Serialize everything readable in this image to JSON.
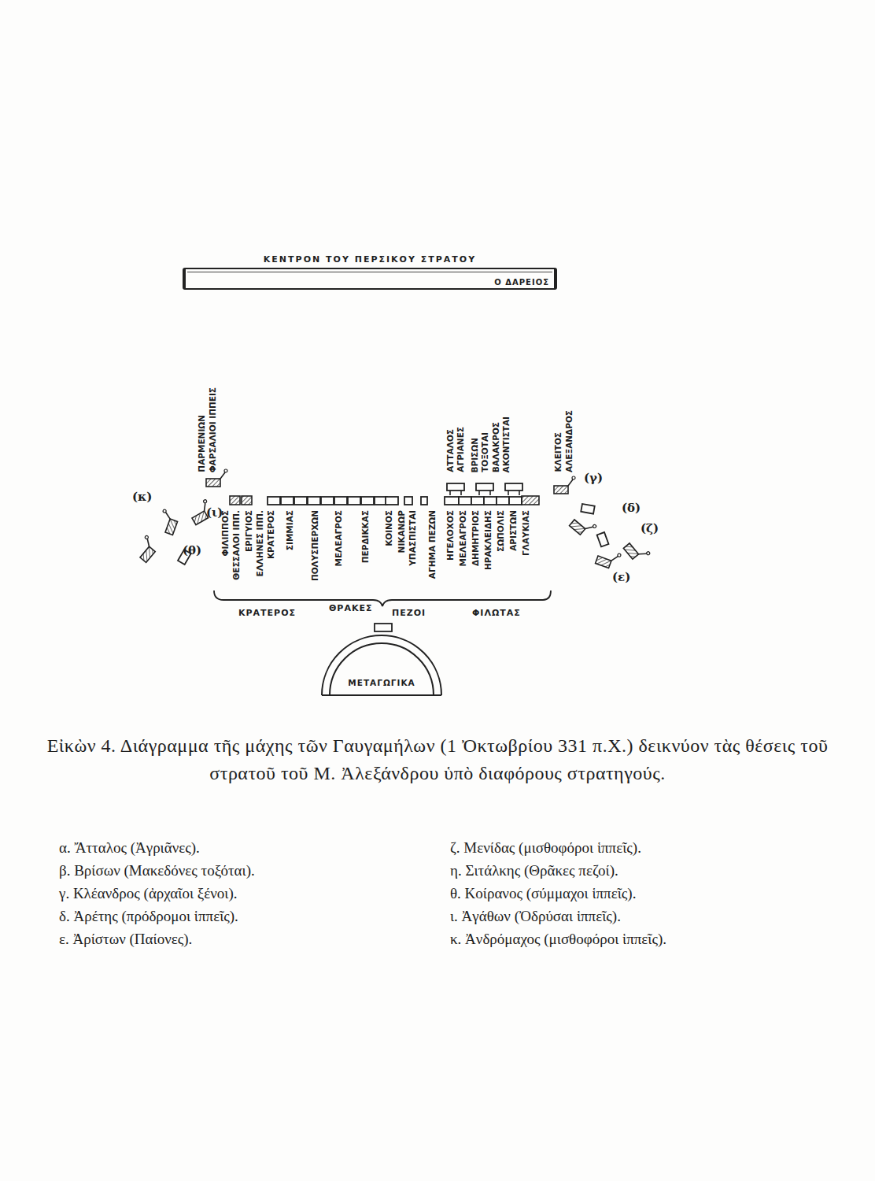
{
  "diagram": {
    "caption": "Εἰκὼν 4. Διάγραμμα τῆς μάχης τῶν Γαυγαμήλων (1 Ὀκτωβρίου 331 π.Χ.) δεικνύον τὰς θέσεις τοῦ στρατοῦ τοῦ Μ. Ἀλεξάνδρου ὑπὸ διαφόρους στρατηγούς.",
    "nodes": [
      {
        "text": [
          "ΚΕΝΤΡΟΝ ΤΟΥ ΠΕΡΣΙΚΟΥ ΣΤΡΑΤΟΥ",
          "Ο ΔΑΡΕΙΟΣ"
        ]
      },
      {
        "text": [
          "ΜΕΤΑΓΩΓΙΚΑ"
        ]
      }
    ],
    "labels": [
      "ΠΑΡΜΕΝΙΩΝ",
      "ΦΑΡΣΑΛΙΟΙ ΙΠΠΕΙΣ",
      "ΑΤΤΑΛΟΣ",
      "ΑΓΡΙΑΝΕΣ",
      "ΒΡΙΣΩΝ",
      "ΤΟΞΟΤΑΙ",
      "ΒΑΛΑΚΡΟΣ",
      "ΑΚΟΝΤΙΣΤΑΙ",
      "ΚΛΕΙΤΟΣ",
      "ΑΛΕΞΑΝΔΡΟΣ",
      "ΦΙΛΙΠΠΟΣ",
      "ΘΕΣΣΑΛΟΙ ΙΠΠ.",
      "ΕΡΙΓΥΙΟΣ",
      "ΕΛΛΗΝΕΣ ΙΠΠ.",
      "ΚΡΑΤΕΡΟΣ",
      "ΣΙΜΜΙΑΣ",
      "ΠΟΛΥΣΠΕΡΧΩΝ",
      "ΜΕΛΕΑΓΡΟΣ",
      "ΠΕΡΔΙΚΚΑΣ",
      "ΚΟΙΝΟΣ",
      "ΝΙΚΑΝΩΡ",
      "ΥΠΑΣΠΙΣΤΑΙ",
      "ΑΓΗΜΑ ΠΕΖΩΝ",
      "ΗΓΕΛΟΧΟΣ",
      "ΜΕΛΕΑΓΡΟΣ",
      "ΔΗΜΗΤΡΙΟΣ",
      "ΗΡΑΚΛΕΙΔΗΣ",
      "ΣΩΠΟΛΙΣ",
      "ΑΡΙΣΤΩΝ",
      "ΓΛΑΥΚΙΑΣ",
      "ΚΡΑΤΕΡΟΣ",
      "ΘΡΑΚΕΣ",
      "ΠΕΖΟΙ",
      "ΦΙΛΩΤΑΣ",
      "(κ)",
      "(θ)",
      "(ι)",
      "(γ)",
      "(δ)",
      "(ζ)",
      "(ε)"
    ],
    "legend": [
      {
        "text": "α. Ἄτταλος (Ἀγριᾶνες)."
      },
      {
        "text": "β. Βρίσων (Μακεδόνες τοξόται)."
      },
      {
        "text": "γ. Κλέανδρος (ἀρχαῖοι ξένοι)."
      },
      {
        "text": "δ. Ἀρέτης (πρόδρομοι ἱππεῖς)."
      },
      {
        "text": "ε. Ἀρίστων (Παίονες)."
      },
      {
        "text": "ζ. Μενίδας (μισθοφόροι ἱππεῖς)."
      },
      {
        "text": "η. Σιτάλκης (Θρᾶκες πεζοί)."
      },
      {
        "text": "θ. Κοίρανος (σύμμαχοι ἱππεῖς)."
      },
      {
        "text": "ι. Ἀγάθων (Ὀδρύσαι ἱππεῖς)."
      },
      {
        "text": "κ. Ἀνδρόμαχος (μισθοφόροι ἱππεῖς)."
      }
    ]
  }
}
